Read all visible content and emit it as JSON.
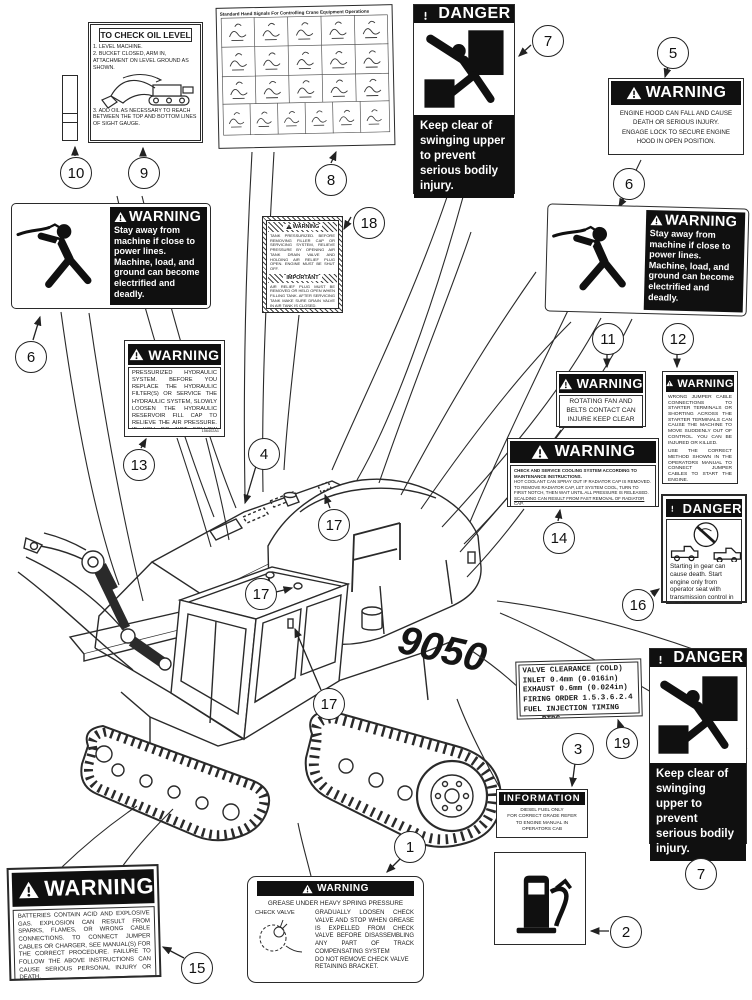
{
  "colors": {
    "ink": "#222222",
    "label_black": "#101010",
    "paper": "#ffffff"
  },
  "machine": {
    "model": "9050"
  },
  "callouts": {
    "c1": "1",
    "c2": "2",
    "c3": "3",
    "c4": "4",
    "c5": "5",
    "c6": "6",
    "c7": "7",
    "c8": "8",
    "c9": "9",
    "c10": "10",
    "c11": "11",
    "c12": "12",
    "c13": "13",
    "c14": "14",
    "c15": "15",
    "c16": "16",
    "c17": "17",
    "c18": "18",
    "c19": "19"
  },
  "labels": {
    "oil_check": {
      "title": "TO CHECK OIL LEVEL",
      "l1": "1. LEVEL MACHINE.",
      "l2": "2. BUCKET CLOSED, ARM IN, ATTACHMENT ON LEVEL GROUND AS SHOWN.",
      "l3": "3. ADD OIL AS NECESSARY TO REACH BETWEEN THE TOP AND BOTTOM LINES OF SIGHT GAUGE."
    },
    "hand_signals": {
      "title": "Standard Hand Signals For Controlling Crane Equipment Operations"
    },
    "swing_danger": {
      "header": "DANGER",
      "body": "Keep clear of swinging upper to prevent serious bodily injury."
    },
    "engine_hood": {
      "header": "WARNING",
      "p1": "ENGINE HOOD CAN FALL AND CAUSE DEATH OR SERIOUS INJURY.",
      "p2": "ENGAGE LOCK TO SECURE ENGINE HOOD IN OPEN POSITION."
    },
    "power_lines": {
      "header": "WARNING",
      "body": "Stay away from machine if close to power lines. Machine, load, and ground can become electrified and deadly."
    },
    "air_tank": {
      "header": "WARNING",
      "p1": "TANK PRESSURIZED. BEFORE REMOVING FILLER CAP OR SERVICING SYSTEM, RELIEVE PRESSURE BY OPENING AIR TANK DRAIN VALVE AND HOLDING AIR RELIEF PLUG OPEN. ENGINE MUST BE SHUT OFF.",
      "important": "IMPORTANT",
      "p2": "AIR RELIEF PLUG MUST BE REMOVED OR HELD OPEN WHEN FILLING TANK. AFTER SERVICING TANK MAKE SURE DRAIN VALVE IN AIR TANK IS CLOSED."
    },
    "hydraulic": {
      "header": "WARNING",
      "body": "PRESSURIZED HYDRAULIC SYSTEM. BEFORE YOU REPLACE THE HYDRAULIC FILTER(S) OR SERVICE THE HYDRAULIC SYSTEM, SLOWLY LOOSEN THE HYDRAULIC RESERVOIR FILL CAP TO RELIEVE THE AIR PRESSURE. IF YOU DO NOT FOLLOW THESE INSTRUCTIONS, YOU CAN BE INJURED.",
      "code": "156402A1"
    },
    "fan_belts": {
      "header": "WARNING",
      "body": "ROTATING FAN AND BELTS CONTACT CAN INJURE KEEP CLEAR"
    },
    "jumper_cables": {
      "header": "WARNING",
      "p1": "WRONG JUMPER CABLE CONNECTIONS TO STARTER TERMINALS OR SHORTING ACROSS THE STARTER TERMINALS CAN CAUSE THE MACHINE TO MOVE SUDDENLY OUT OF CONTROL. YOU CAN BE INJURED OR KILLED.",
      "p2": "USE THE CORRECT METHOD SHOWN IN THE OPERATORS MANUAL TO CONNECT JUMPER CABLES TO START THE ENGINE."
    },
    "cooling": {
      "header": "WARNING",
      "p1": "CHECK AND SERVICE COOLING SYSTEM ACCORDING TO MAINTENANCE INSTRUCTIONS.",
      "p2": "HOT COOLANT CAN SPRAY OUT IF RADIATOR CAP IS REMOVED. TO REMOVE RADIATOR CAP, LET SYSTEM COOL, TURN TO FIRST NOTCH, THEN WAIT UNTIL ALL PRESSURE IS RELEASED.",
      "p3": "SCALDING CAN RESULT FROM FAST REMOVAL OF RADIATOR CAP."
    },
    "start_gear": {
      "header": "DANGER",
      "body": "Starting in gear can cause death. Start engine only from operator seat with transmission control in NEUTRAL."
    },
    "valve_clearance": {
      "lines": "VALVE CLEARANCE (COLD)\nINLET 0.4mm (0.016in)\nEXHAUST 0.6mm (0.024in)\nFIRING ORDER 1.5.3.6.2.4\nFUEL INJECTION TIMING ___ BTDC"
    },
    "fuel_info": {
      "header": "INFORMATION",
      "body": "DIESEL FUEL ONLY\nFOR CORRECT GRADE REFER\nTO ENGINE MANUAL IN\nOPERATORS CAB"
    },
    "battery": {
      "header": "WARNING",
      "body": "BATTERIES CONTAIN ACID AND EXPLOSIVE GAS. EXPLOSION CAN RESULT FROM SPARKS, FLAMES, OR WRONG CABLE CONNECTIONS. TO CONNECT JUMPER CABLES OR CHARGER, SEE MANUAL(S) FOR THE CORRECT PROCEDURE. FAILURE TO FOLLOW THE ABOVE INSTRUCTIONS CAN CAUSE SERIOUS PERSONAL INJURY OR DEATH."
    },
    "grease": {
      "header": "WARNING",
      "line1": "GREASE UNDER HEAVY SPRING PRESSURE",
      "pointer": "CHECK VALVE",
      "body": "GRADUALLY LOOSEN CHECK VALVE AND STOP WHEN GREASE IS EXPELLED FROM CHECK VALVE BEFORE DISASSEMBLING ANY PART OF TRACK COMPENSATING SYSTEM",
      "note": "DO NOT REMOVE CHECK VALVE RETAINING BRACKET."
    }
  }
}
